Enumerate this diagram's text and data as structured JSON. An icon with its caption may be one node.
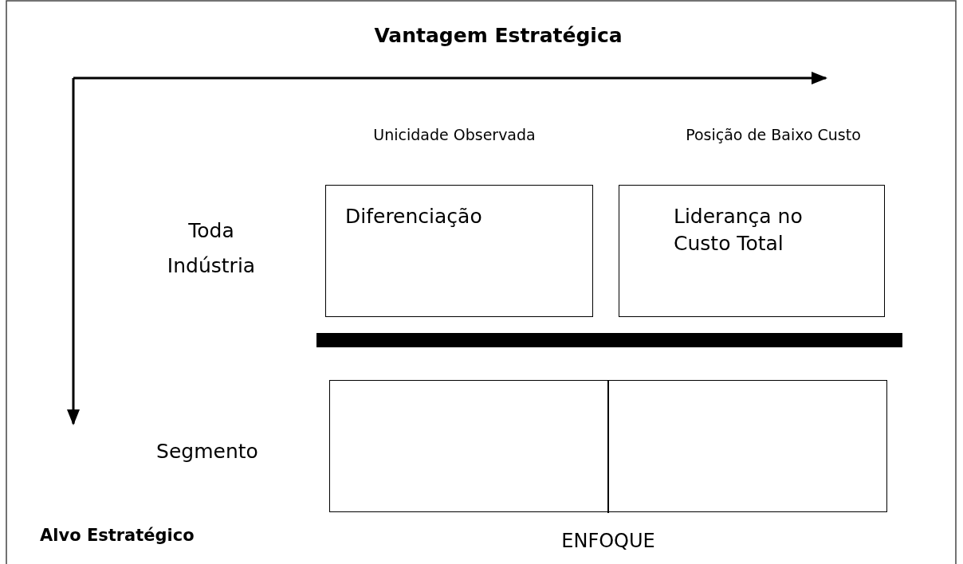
{
  "diagram": {
    "nodes": [
      {
        "text": [
          "Diferenciação"
        ]
      },
      {
        "text": [
          "Liderança no Custo Total"
        ]
      },
      {
        "text": [],
        "shape": "bar"
      },
      {
        "text": [],
        "beside": [
          "ENFOQUE"
        ],
        "shape": "box"
      },
      {
        "text": [],
        "shape": "box",
        "in": 3
      },
      {
        "text": [],
        "shape": "box",
        "in": 3
      }
    ],
    "labels": [
      "Vantagem Estratégica",
      "Unicidade Observada",
      "Posição de Baixo Custo",
      "Toda Indústria",
      "Segmento",
      "Alvo Estratégico"
    ]
  }
}
